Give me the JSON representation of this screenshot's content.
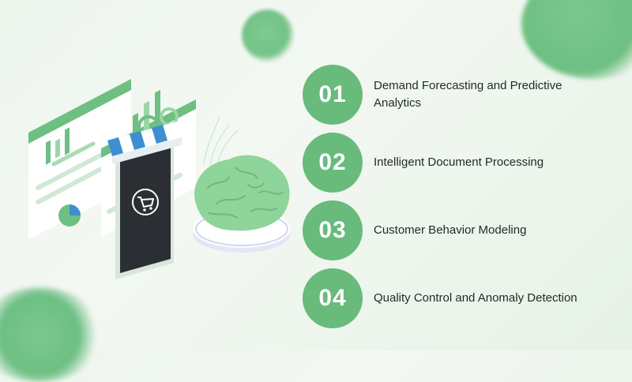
{
  "colors": {
    "accent": "#68bb7b",
    "text": "#1f2a24",
    "brain": "#8fd49a"
  },
  "icons": [
    "shopping-cart-icon",
    "brain-icon",
    "storefront-awning-icon",
    "dashboard-charts-icon"
  ],
  "items": [
    {
      "number": "01",
      "label": "Demand Forecasting and Predictive Analytics"
    },
    {
      "number": "02",
      "label": "Intelligent Document Processing"
    },
    {
      "number": "03",
      "label": "Customer Behavior Modeling"
    },
    {
      "number": "04",
      "label": "Quality Control and Anomaly Detection"
    }
  ]
}
